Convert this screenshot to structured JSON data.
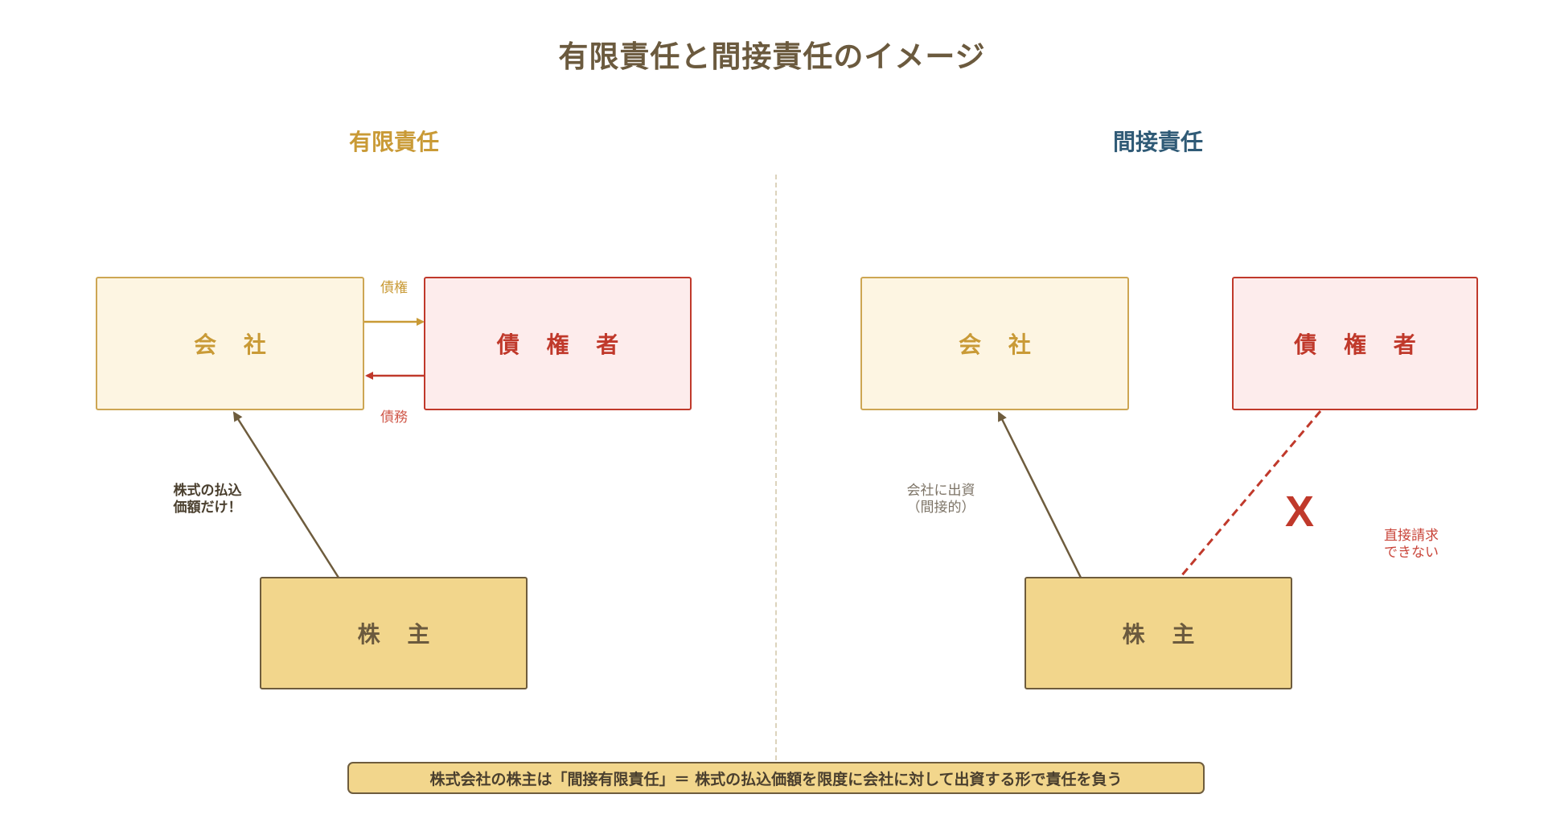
{
  "title": "有限責任と間接責任のイメージ",
  "left": {
    "heading": "有限責任",
    "company": "会 社",
    "creditor": "債 権 者",
    "shareholder": "株 主",
    "claim_label": "債権",
    "debt_label": "債務",
    "payment_label": "株式の払込\n価額だけ！"
  },
  "right": {
    "heading": "間接責任",
    "company": "会 社",
    "creditor": "債 権 者",
    "shareholder": "株 主",
    "invest_label": "会社に出資\n（間接的）",
    "cross_mark": "X",
    "no_direct_label": "直接請求\nできない"
  },
  "footer": "株式会社の株主は「間接有限責任」＝ 株式の払込価額を限度に会社に対して出資する形で責任を負う",
  "colors": {
    "company": "#c99a36",
    "creditor": "#c0392b",
    "shareholder": "#f2d68c",
    "text_dark": "#6b5a3e"
  }
}
